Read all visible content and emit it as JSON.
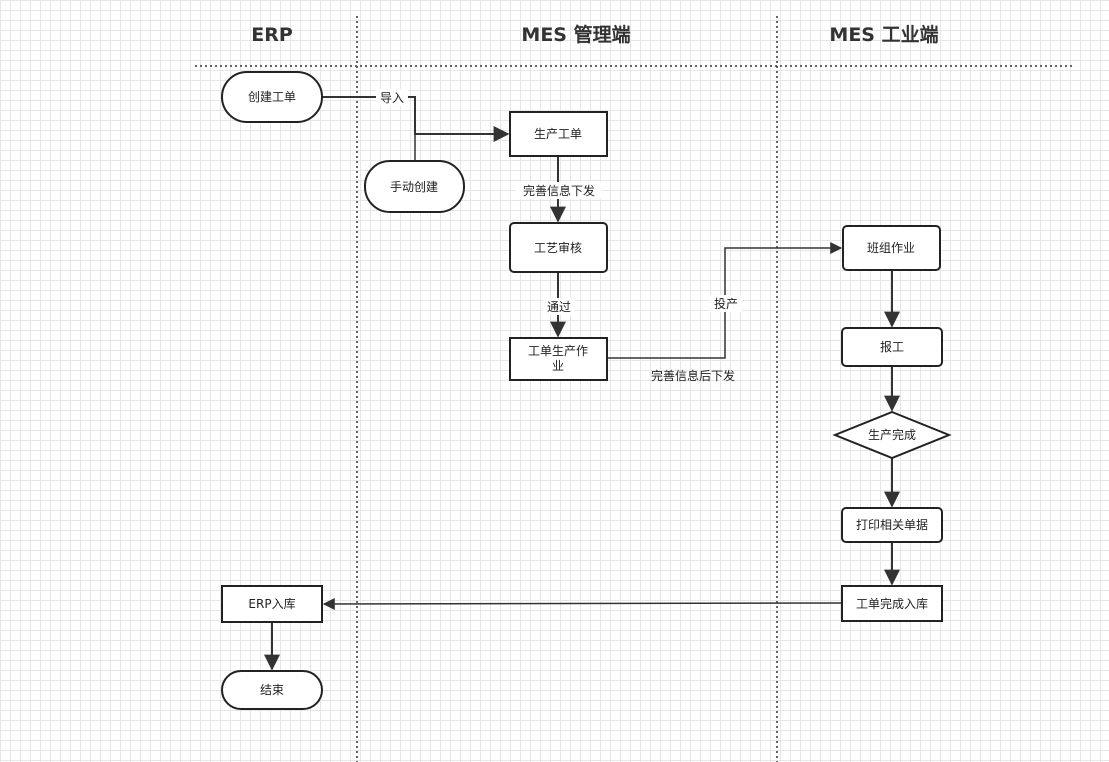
{
  "lanes": {
    "erp": "ERP",
    "mes_admin": "MES 管理端",
    "mes_industrial": "MES 工业端"
  },
  "nodes": {
    "create_order": "创建工单",
    "manual_create": "手动创建",
    "production_order": "生产工单",
    "process_review": "工艺审核",
    "order_production_line1": "工单生产作",
    "order_production_line2": "业",
    "team_work": "班组作业",
    "report_work": "报工",
    "production_done": "生产完成",
    "print_docs": "打印相关单据",
    "order_complete_stock": "工单完成入库",
    "erp_stock": "ERP入库",
    "end": "结束"
  },
  "edges": {
    "import": "导入",
    "complete_info_issue": "完善信息下发",
    "pass": "通过",
    "put_into_production": "投产",
    "complete_info_then_issue": "完善信息后下发"
  },
  "colors": {
    "stroke": "#222222",
    "grid": "#e6e6e6",
    "title": "#333333"
  }
}
